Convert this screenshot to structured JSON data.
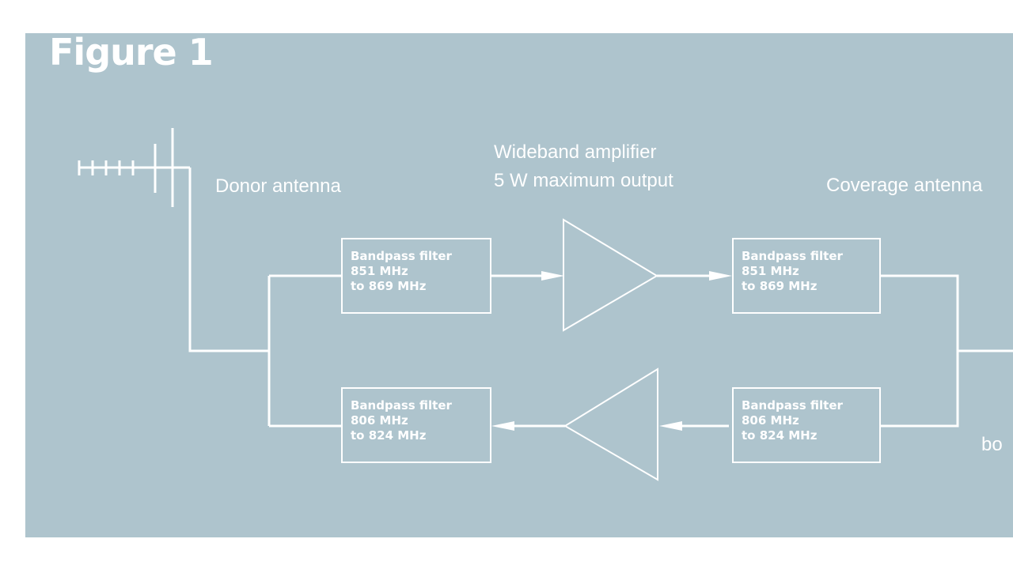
{
  "figure": {
    "title": "Figure 1"
  },
  "colors": {
    "panel": "#aec4cd",
    "line": "#ffffff",
    "text": "#ffffff",
    "page": "#ffffff"
  },
  "labels": {
    "donor_antenna": "Donor antenna",
    "amplifier_line1": "Wideband amplifier",
    "amplifier_line2": "5 W maximum output",
    "coverage_antenna": "Coverage antenna",
    "cut_off_text": "bo"
  },
  "filters": {
    "downlink_in": {
      "line1": "Bandpass filter",
      "line2": "851 MHz",
      "line3": "to 869 MHz"
    },
    "downlink_out": {
      "line1": "Bandpass filter",
      "line2": "851 MHz",
      "line3": "to 869 MHz"
    },
    "uplink_out": {
      "line1": "Bandpass filter",
      "line2": "806 MHz",
      "line3": "to 824 MHz"
    },
    "uplink_in": {
      "line1": "Bandpass filter",
      "line2": "806 MHz",
      "line3": "to 824 MHz"
    }
  },
  "icons": {
    "donor_antenna": "yagi-antenna-icon",
    "downlink_amplifier": "amplifier-triangle-right-icon",
    "uplink_amplifier": "amplifier-triangle-left-icon",
    "arrow_right": "arrow-right-icon",
    "arrow_left": "arrow-left-icon"
  }
}
